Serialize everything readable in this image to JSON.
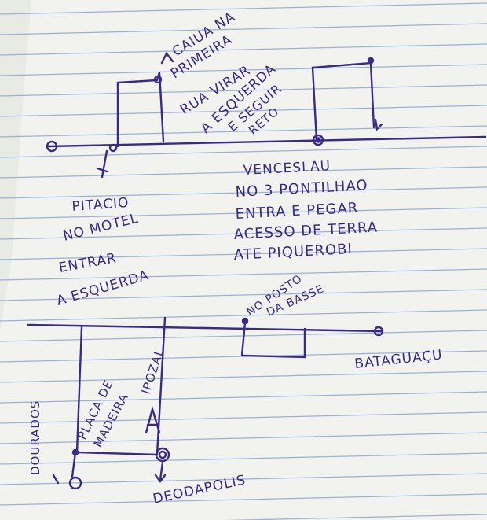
{
  "colors": {
    "paper": "#f2f3ef",
    "rule_line": "#9bb0d6",
    "margin_shadow": "#bdbdb8",
    "ink": "#3a2a86",
    "background": "#cfcfc8"
  },
  "map_notes": {
    "top_right_note": [
      "CAIUA NA",
      "PRIMEIRA",
      "RUA VIRAR",
      "A ESQUERDA",
      "E SEGUIR",
      "RETO"
    ],
    "pitacio_label": "PITACIO",
    "motel_note": [
      "NO MOTEL",
      "ENTRAR",
      "A ESQUERDA"
    ],
    "venceslau_note": [
      "VENCESLAU",
      "NO 3 PONTILHAO",
      "ENTRA E PEGAR",
      "ACESSO DE TERRA",
      "ATE PIQUEROBI"
    ],
    "posto_label": [
      "NO POSTO",
      "DA BASSE"
    ],
    "bataguacu_label": "BATAGUAÇU",
    "dourados_label": "DOURADOS",
    "placa_label": [
      "PLACA DE",
      "MADEIRA"
    ],
    "ipozal_label": "IPOZAL",
    "deodapolis_label": "DEODAPOLIS"
  }
}
